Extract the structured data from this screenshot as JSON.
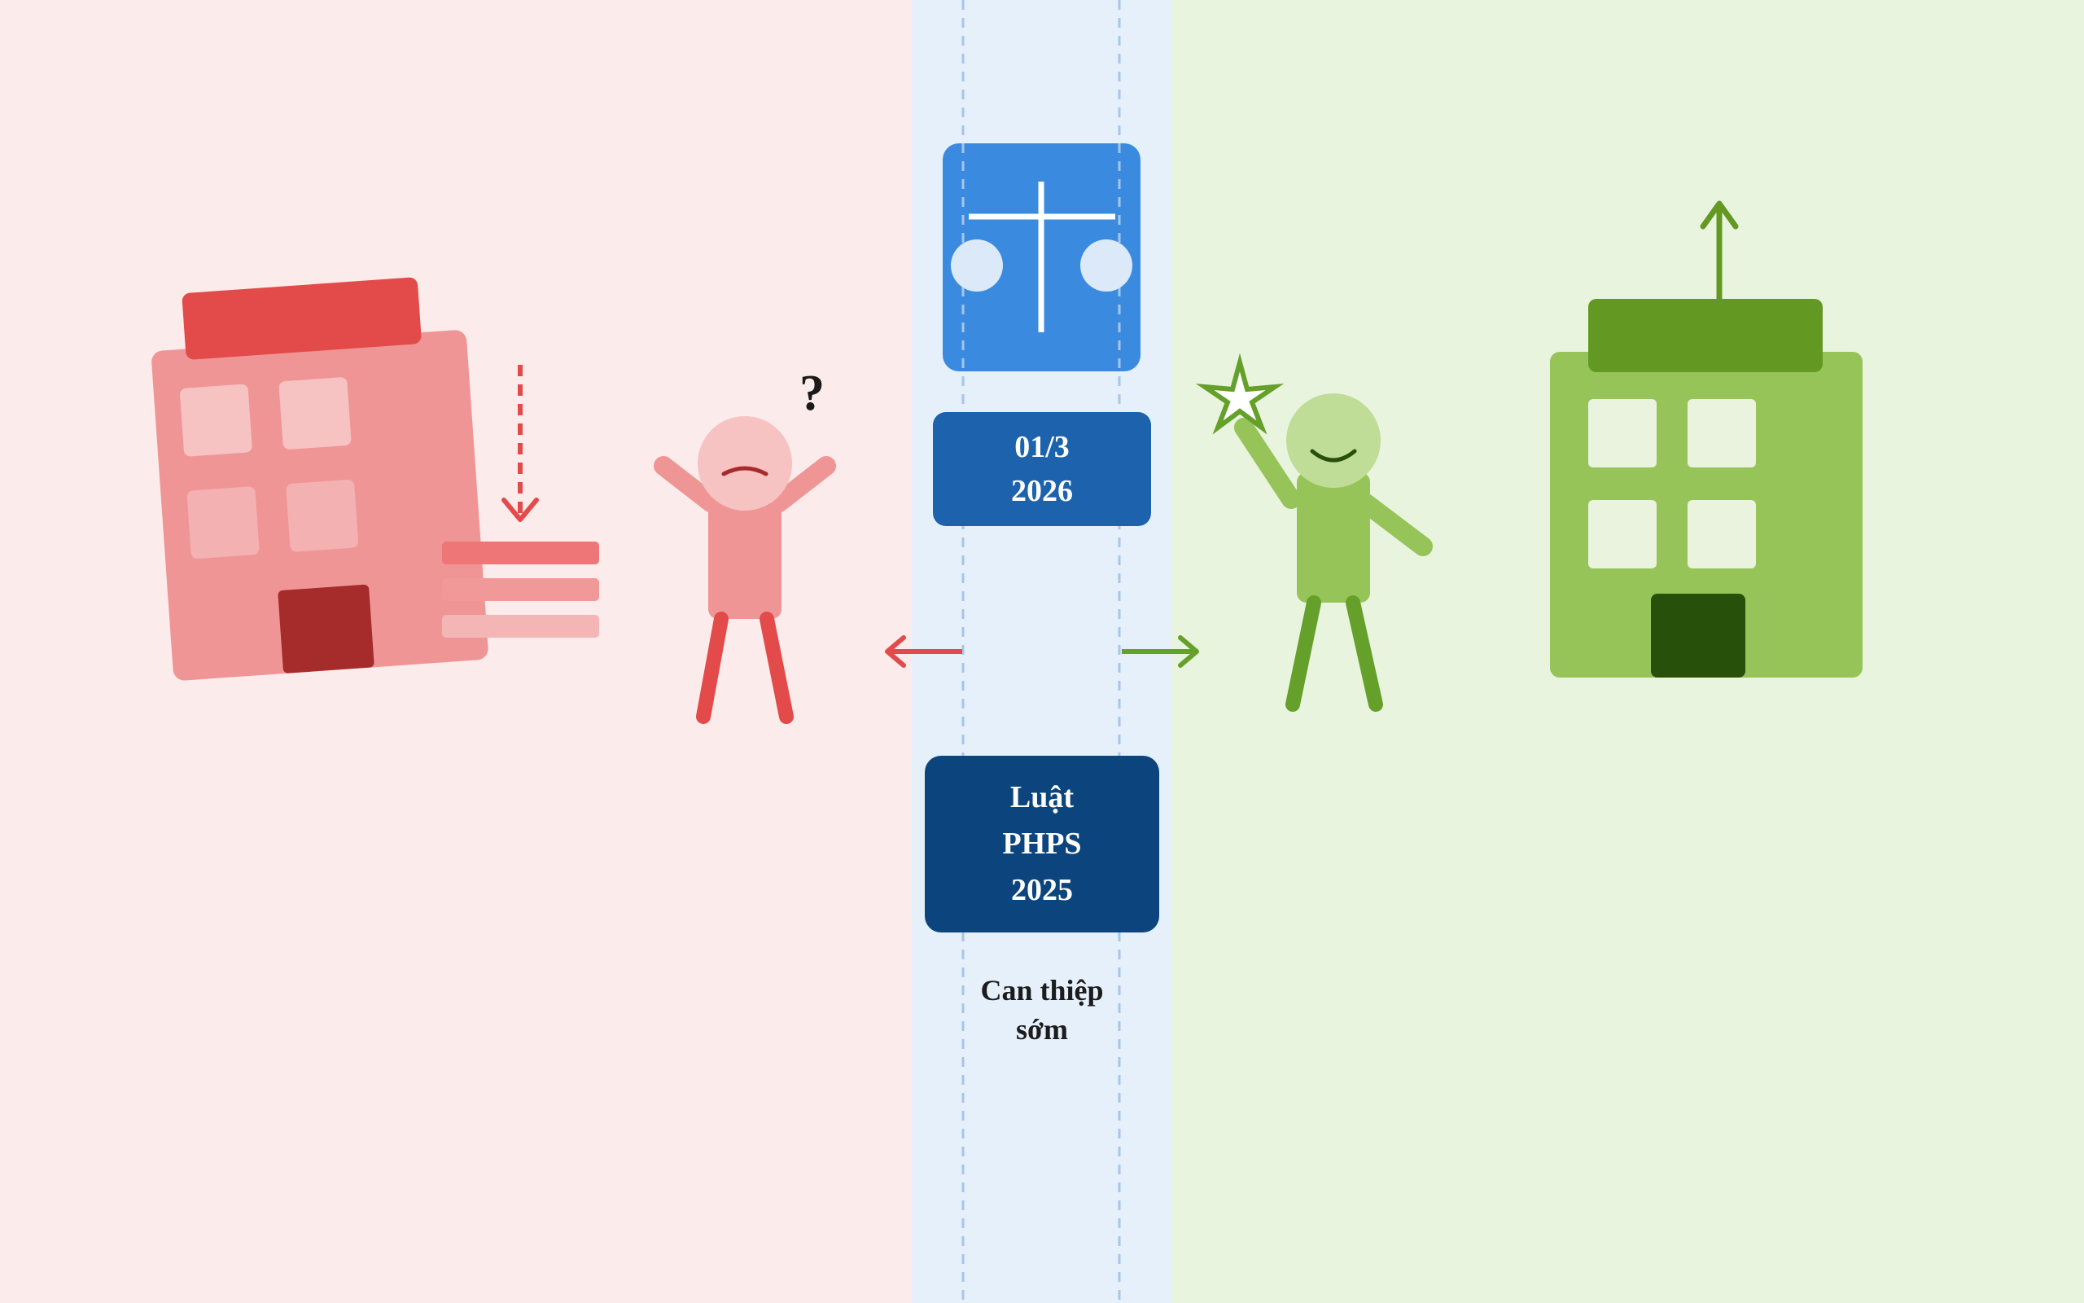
{
  "date": {
    "line1": "01/3",
    "line2": "2026"
  },
  "law": {
    "line1": "Luật",
    "line2": "PHPS",
    "line3": "2025"
  },
  "caption": {
    "line1": "Can thiệp",
    "line2": "sớm"
  },
  "question_mark": "?",
  "colors": {
    "left_bg": "#fcebeb",
    "center_bg": "#e6f0fb",
    "right_bg": "#e9f4df",
    "decline_red": "#e34a4a",
    "growth_green": "#65a02a",
    "scale_blue": "#3a8be0",
    "date_blue": "#1c62ad",
    "law_navy": "#0c457d"
  },
  "icons": [
    "declining-building-icon",
    "stressed-person-icon",
    "scales-of-justice-icon",
    "happy-person-icon",
    "growing-building-icon",
    "star-icon",
    "down-arrow-icon",
    "up-arrow-icon",
    "left-arrow-icon",
    "right-arrow-icon"
  ]
}
